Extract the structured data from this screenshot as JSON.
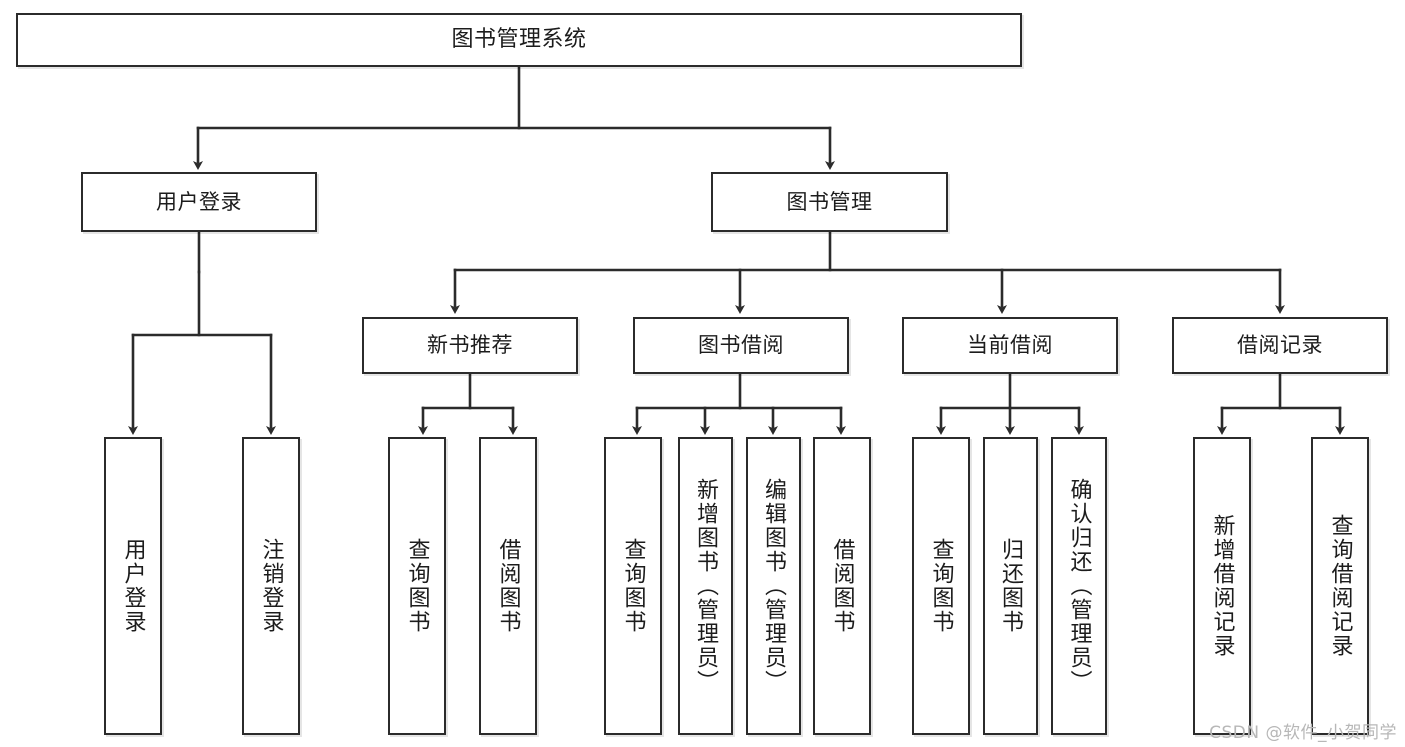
{
  "diagram": {
    "title": "图书管理系统",
    "type": "tree",
    "watermark": "CSDN @软件_小贺同学",
    "nodes": {
      "root": {
        "label": "图书管理系统",
        "level": 0
      },
      "l1": [
        {
          "id": "user-login",
          "label": "用户登录"
        },
        {
          "id": "book-manage",
          "label": "图书管理"
        }
      ],
      "l2": [
        {
          "id": "new-book-rec",
          "label": "新书推荐",
          "parent": "book-manage"
        },
        {
          "id": "book-borrow",
          "label": "图书借阅",
          "parent": "book-manage"
        },
        {
          "id": "current-borrow",
          "label": "当前借阅",
          "parent": "book-manage"
        },
        {
          "id": "borrow-record",
          "label": "借阅记录",
          "parent": "book-manage"
        }
      ],
      "leaves": [
        {
          "id": "leaf-user-login",
          "label": "用户登录",
          "parent": "user-login"
        },
        {
          "id": "leaf-logout",
          "label": "注销登录",
          "parent": "user-login"
        },
        {
          "id": "leaf-query-book-1",
          "label": "查询图书",
          "parent": "new-book-rec"
        },
        {
          "id": "leaf-borrow-book-1",
          "label": "借阅图书",
          "parent": "new-book-rec"
        },
        {
          "id": "leaf-query-book-2",
          "label": "查询图书",
          "parent": "book-borrow"
        },
        {
          "id": "leaf-add-book",
          "label": "新增图书（管理员）",
          "parent": "book-borrow"
        },
        {
          "id": "leaf-edit-book",
          "label": "编辑图书（管理员）",
          "parent": "book-borrow"
        },
        {
          "id": "leaf-borrow-book-2",
          "label": "借阅图书",
          "parent": "book-borrow"
        },
        {
          "id": "leaf-query-book-3",
          "label": "查询图书",
          "parent": "current-borrow"
        },
        {
          "id": "leaf-return-book",
          "label": "归还图书",
          "parent": "current-borrow"
        },
        {
          "id": "leaf-confirm-return",
          "label": "确认归还（管理员）",
          "parent": "current-borrow"
        },
        {
          "id": "leaf-add-record",
          "label": "新增借阅记录",
          "parent": "borrow-record"
        },
        {
          "id": "leaf-query-record",
          "label": "查询借阅记录",
          "parent": "borrow-record"
        }
      ]
    },
    "colors": {
      "stroke": "#2b2b2b",
      "fill": "#ffffff",
      "text": "#1c1c1c",
      "watermark": "#b7b7b7"
    }
  }
}
